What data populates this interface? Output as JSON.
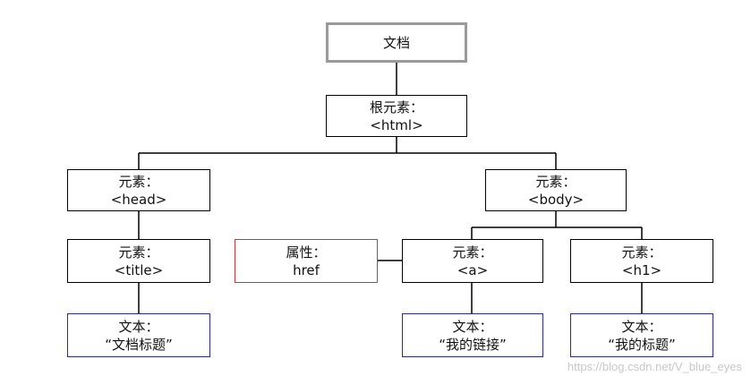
{
  "nodes": {
    "document": {
      "line1": "文档"
    },
    "html": {
      "line1": "根元素：",
      "line2": "<html>"
    },
    "head": {
      "line1": "元素：",
      "line2": "<head>"
    },
    "body": {
      "line1": "元素：",
      "line2": "<body>"
    },
    "title": {
      "line1": "元素：",
      "line2": "<title>"
    },
    "attr_href": {
      "line1": "属性：",
      "line2": "href"
    },
    "a": {
      "line1": "元素：",
      "line2": "<a>"
    },
    "h1": {
      "line1": "元素：",
      "line2": "<h1>"
    },
    "text_title": {
      "line1": "文本：",
      "line2": "“文档标题”"
    },
    "text_a": {
      "line1": "文本：",
      "line2": "“我的链接”"
    },
    "text_h1": {
      "line1": "文本：",
      "line2": "“我的标题”"
    }
  },
  "colors": {
    "document_border": "#9a9a9a",
    "element_border": "#000000",
    "attribute_border": "#e03030",
    "text_border": "#2a2a9a"
  },
  "watermark": "https://blog.csdn.net/V_blue_eyes"
}
